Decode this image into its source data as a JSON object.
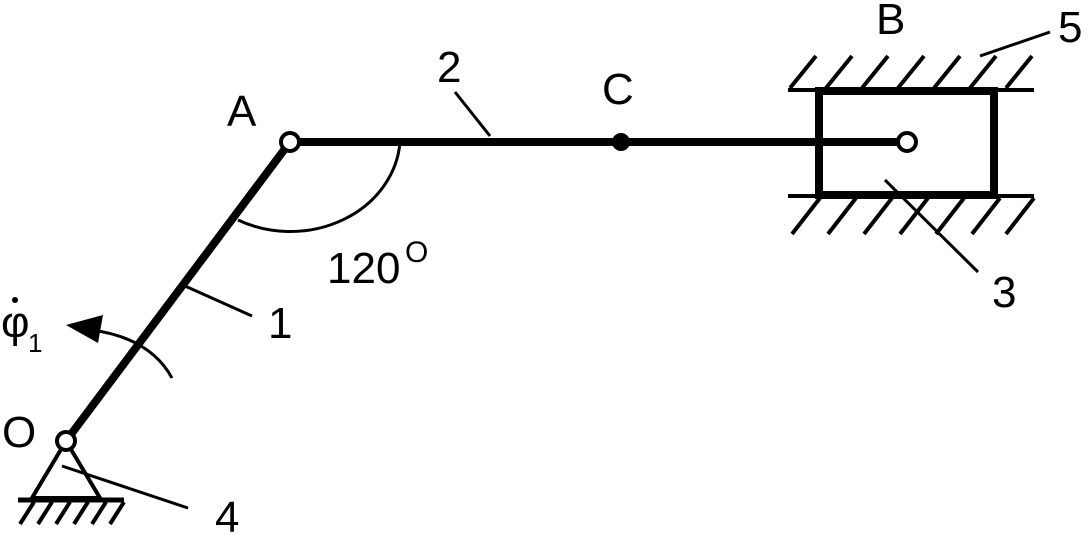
{
  "labels": {
    "point_o": "O",
    "point_a": "A",
    "point_b": "B",
    "point_c": "C",
    "link_1": "1",
    "link_2": "2",
    "link_3": "3",
    "link_4": "4",
    "link_5": "5",
    "angle_value": "120",
    "angle_unit": "O",
    "angular_velocity_symbol": "φ",
    "angular_velocity_subscript": "1"
  },
  "colors": {
    "stroke": "#000000",
    "background": "#ffffff"
  }
}
